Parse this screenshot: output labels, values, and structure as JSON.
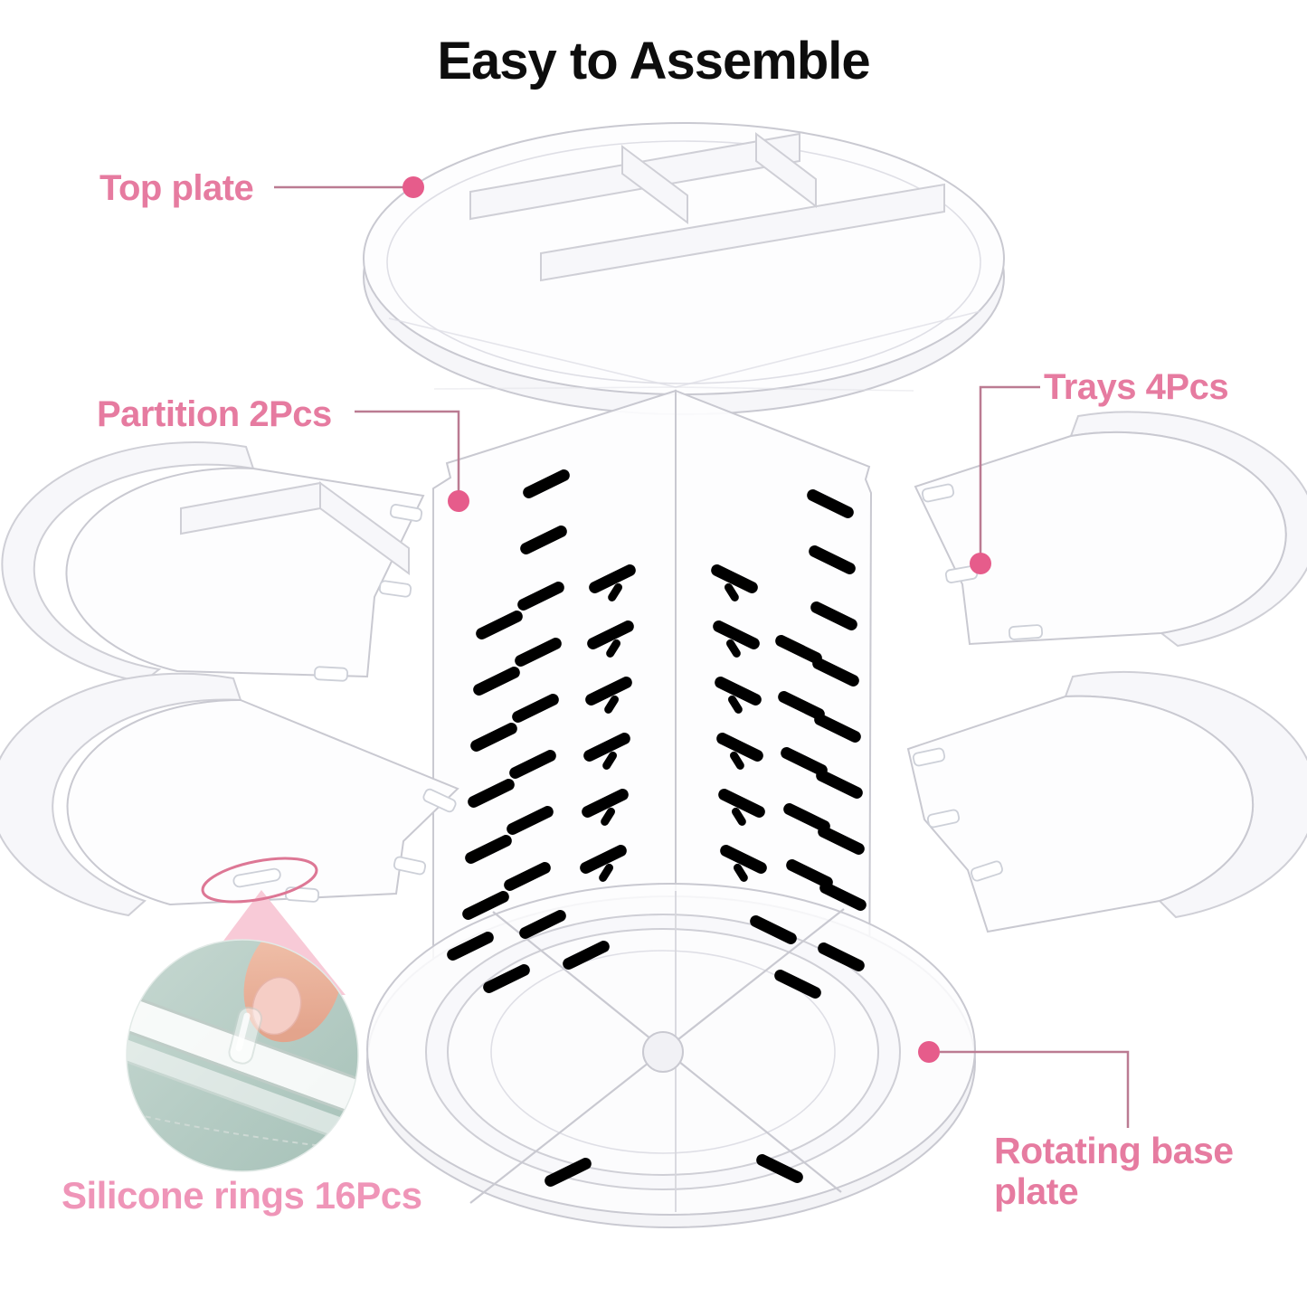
{
  "title": "Easy to Assemble",
  "callouts": {
    "top_plate": "Top plate",
    "partition": "Partition 2Pcs",
    "trays": "Trays 4Pcs",
    "silicone_rings": "Silicone rings 16Pcs",
    "rotating_base": "Rotating base plate"
  },
  "colors": {
    "label_pink": "#e67ba0",
    "silicone_label_pink": "#ef95b8",
    "callout_dot_pink": "#e65c8b",
    "leader_line_pink": "#bb7b92",
    "highlight_triangle_pink": "#f8cad7",
    "inset_photo_green": "#b5cdc5",
    "drawing_line_gray": "#c9c9d1",
    "title_black": "#0d0d0d",
    "background": "#ffffff"
  }
}
